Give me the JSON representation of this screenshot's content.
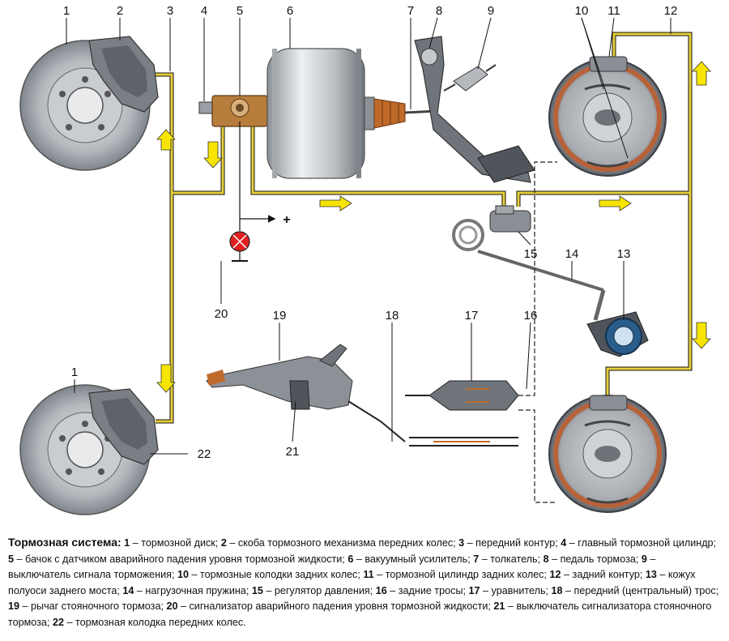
{
  "caption": {
    "title": "Тормозная система:",
    "items": [
      {
        "num": "1",
        "text": "тормозной диск;"
      },
      {
        "num": "2",
        "text": "скоба тормозного механизма передних колес;"
      },
      {
        "num": "3",
        "text": "передний контур;"
      },
      {
        "num": "4",
        "text": "главный тормозной цилиндр;"
      },
      {
        "num": "5",
        "text": "бачок с датчиком аварийного падения уровня тормозной жидкости;"
      },
      {
        "num": "6",
        "text": "вакуумный усилитель;"
      },
      {
        "num": "7",
        "text": "толкатель;"
      },
      {
        "num": "8",
        "text": "педаль тормоза;"
      },
      {
        "num": "9",
        "text": "выключатель сигнала торможения;"
      },
      {
        "num": "10",
        "text": "тормозные колодки задних колес;"
      },
      {
        "num": "11",
        "text": "тормозной цилиндр задних колес;"
      },
      {
        "num": "12",
        "text": "задний контур;"
      },
      {
        "num": "13",
        "text": "кожух полуоси заднего моста;"
      },
      {
        "num": "14",
        "text": "нагрузочная пружина;"
      },
      {
        "num": "15",
        "text": "регулятор давления;"
      },
      {
        "num": "16",
        "text": "задние тросы;"
      },
      {
        "num": "17",
        "text": "уравнитель;"
      },
      {
        "num": "18",
        "text": "передний (центральный) трос;"
      },
      {
        "num": "19",
        "text": "рычаг стояночного тормоза;"
      },
      {
        "num": "20",
        "text": "сигнализатор аварийного падения уровня тормозной жидкости;"
      },
      {
        "num": "21",
        "text": "выключатель сигнализатора стояночного тормоза;"
      },
      {
        "num": "22",
        "text": "тормозная колодка передних колес."
      }
    ]
  },
  "callouts": {
    "n1": "1",
    "n2": "2",
    "n3": "3",
    "n4": "4",
    "n5": "5",
    "n6": "6",
    "n7": "7",
    "n8": "8",
    "n9": "9",
    "n10": "10",
    "n11": "11",
    "n12": "12",
    "n13": "13",
    "n14": "14",
    "n15": "15",
    "n16": "16",
    "n17": "17",
    "n18": "18",
    "n19": "19",
    "n20": "20",
    "n21": "21",
    "n22": "22",
    "n1b": "1"
  },
  "plus_sign": "+",
  "colors": {
    "brake_line": "#e6cf3a",
    "arrow_fill": "#f7e400",
    "disc": "#9fa4ab",
    "booster": "#c4c8cc",
    "shoe_lining": "#b8623a",
    "reservoir": "#b77d3c",
    "warning_lamp": "#e02020",
    "boot": "#c06a2a"
  }
}
